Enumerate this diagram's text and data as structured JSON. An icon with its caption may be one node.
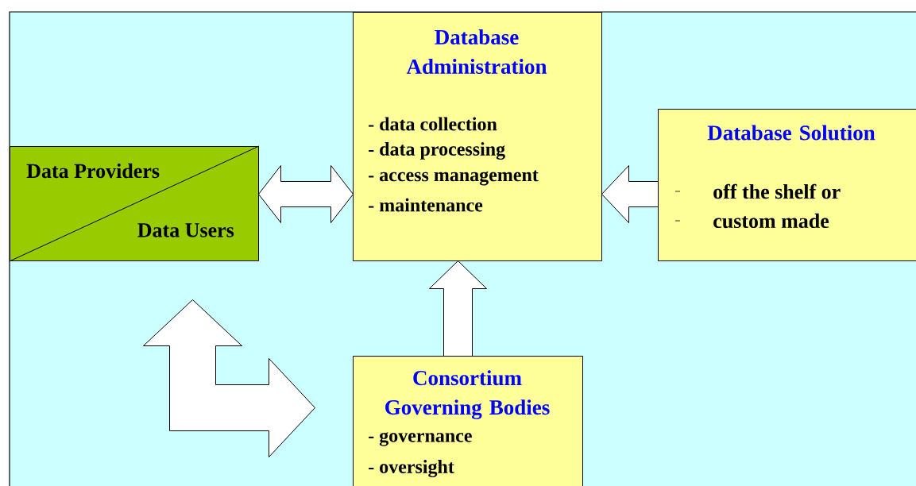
{
  "diagram": {
    "nodes": [
      {
        "text": [
          "Data Providers",
          "Data Users"
        ]
      },
      {
        "text": [
          "Database Administration",
          "- data collection",
          "- data processing",
          "- access management",
          "- maintenance"
        ]
      },
      {
        "text": [
          "Database Solution",
          "off the shelf or",
          "custom made"
        ]
      },
      {
        "text": [
          "Consortium Governing Bodies",
          "- governance",
          "- oversight"
        ]
      }
    ],
    "edges": [
      {
        "from": 0,
        "to": 1,
        "arrow": "both"
      },
      {
        "from": 2,
        "to": 1,
        "arrow": "to"
      },
      {
        "from": 3,
        "to": 1,
        "arrow": "to"
      },
      {
        "from": 0,
        "to": 3,
        "arrow": "both"
      }
    ]
  }
}
